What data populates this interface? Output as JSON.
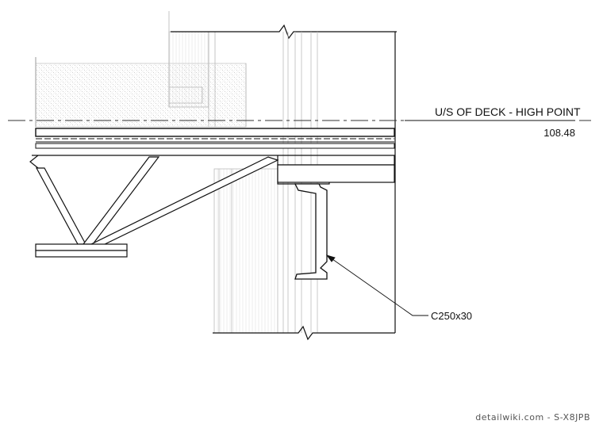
{
  "annotations": {
    "deck_label": "U/S OF DECK - HIGH POINT",
    "elevation": "108.48",
    "channel_label": "C250x30"
  },
  "watermark": "detailwiki.com - S-X8JPB",
  "colors": {
    "ink": "#111111",
    "light_ink": "#b5b5b5",
    "hatch": "#d6d6d6",
    "background": "#ffffff"
  }
}
